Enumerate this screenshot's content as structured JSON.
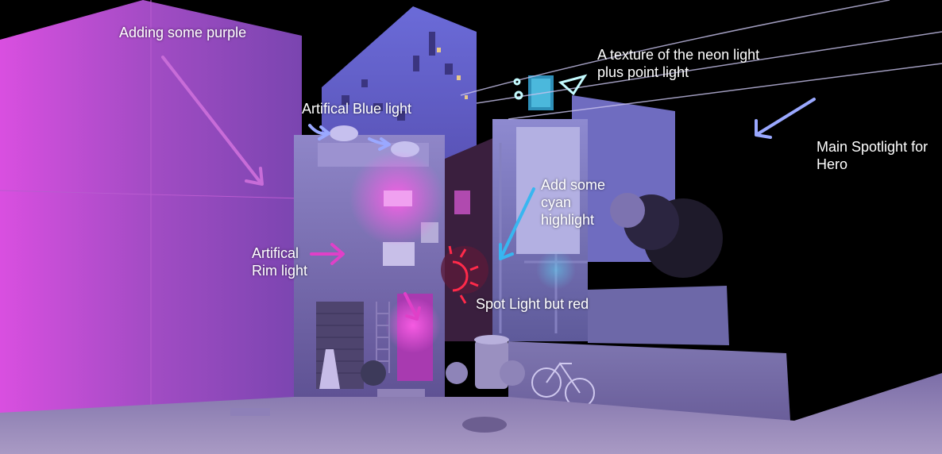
{
  "annotations": {
    "purple": "Adding some purple",
    "blue_light": "Artifical Blue light",
    "neon_texture_line1": "A texture of the neon light",
    "neon_texture_line2": "plus point light",
    "main_spot_line1": "Main Spotlight for",
    "main_spot_line2": "Hero",
    "cyan_line1": "Add some",
    "cyan_line2": "cyan",
    "cyan_line3": "highlight",
    "rim_line1": "Artifical",
    "rim_line2": "Rim light",
    "red_spot": "Spot Light but red"
  },
  "colors": {
    "purple_arrow": "#c86cd8",
    "blue_arrow": "#9aa8ff",
    "cyan_arrow": "#38b6f0",
    "pink_arrow": "#e040c8",
    "red_marker": "#ff2a4a",
    "background": "#000000"
  }
}
